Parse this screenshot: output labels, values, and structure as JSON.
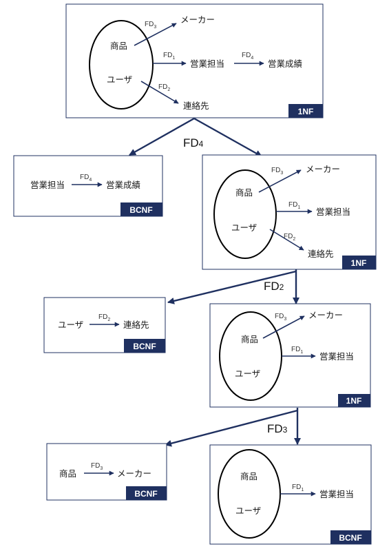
{
  "fd_prefix": "FD",
  "split_labels": {
    "fd4": "4",
    "fd2": "2",
    "fd3": "3"
  },
  "colors": {
    "navy": "#1f3060",
    "ellipse": "#000000"
  },
  "box1": {
    "attr_shohin": "商品",
    "attr_user": "ユーザ",
    "t_maker": "メーカー",
    "t_tanto": "営業担当",
    "t_seiseki": "営業成績",
    "t_renraku": "連絡先",
    "fd_maker": "3",
    "fd_tanto": "1",
    "fd_seiseki": "4",
    "fd_renraku": "2",
    "badge": "1NF"
  },
  "box2": {
    "src": "営業担当",
    "fd": "4",
    "tgt": "営業成績",
    "badge": "BCNF"
  },
  "box3": {
    "attr_shohin": "商品",
    "attr_user": "ユーザ",
    "t_maker": "メーカー",
    "t_tanto": "営業担当",
    "t_renraku": "連絡先",
    "fd_maker": "3",
    "fd_tanto": "1",
    "fd_renraku": "2",
    "badge": "1NF"
  },
  "box4": {
    "src": "ユーザ",
    "fd": "2",
    "tgt": "連絡先",
    "badge": "BCNF"
  },
  "box5": {
    "attr_shohin": "商品",
    "attr_user": "ユーザ",
    "t_maker": "メーカー",
    "t_tanto": "営業担当",
    "fd_maker": "3",
    "fd_tanto": "1",
    "badge": "1NF"
  },
  "box6": {
    "src": "商品",
    "fd": "3",
    "tgt": "メーカー",
    "badge": "BCNF"
  },
  "box7": {
    "attr_shohin": "商品",
    "attr_user": "ユーザ",
    "t_tanto": "営業担当",
    "fd_tanto": "1",
    "badge": "BCNF"
  }
}
